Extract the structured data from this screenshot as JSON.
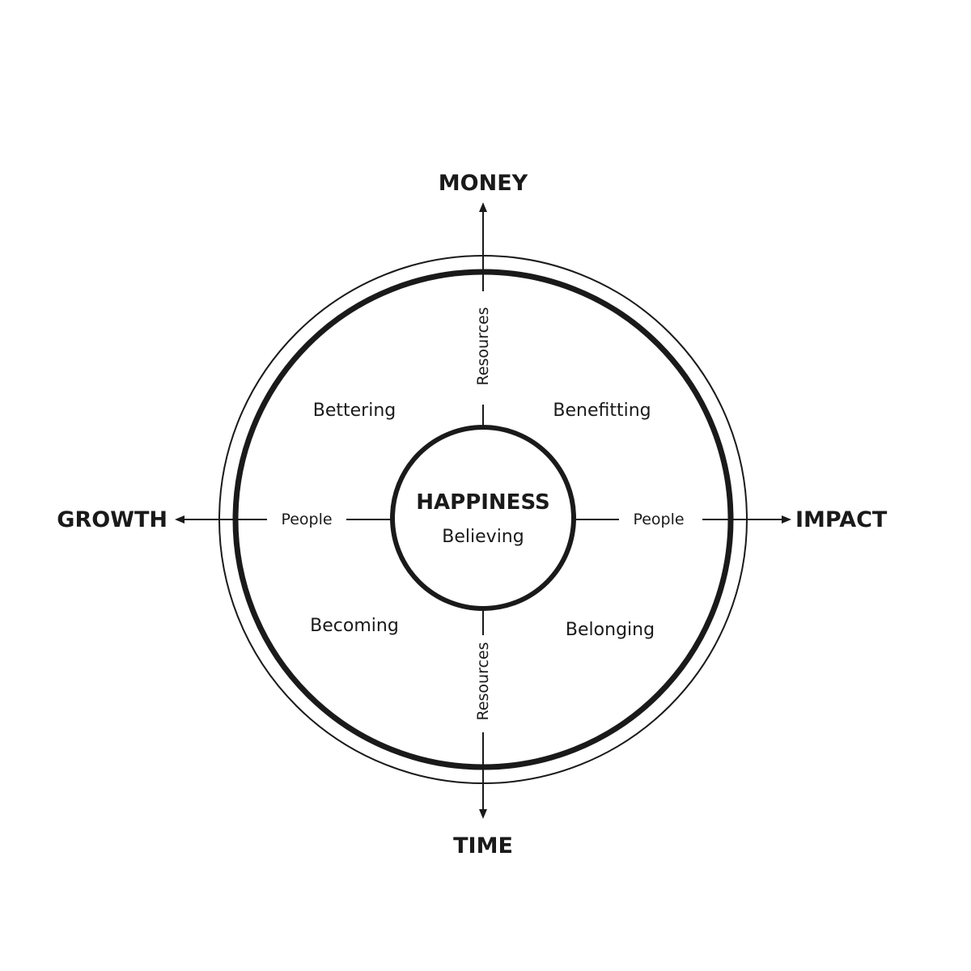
{
  "axes": {
    "top": "MONEY",
    "bottom": "TIME",
    "left": "GROWTH",
    "right": "IMPACT"
  },
  "quadrants": {
    "top_left": "Bettering",
    "top_right": "Benefitting",
    "bottom_left": "Becoming",
    "bottom_right": "Belonging"
  },
  "spokes": {
    "top": "Resources",
    "bottom": "Resources",
    "left": "People",
    "right": "People"
  },
  "center": {
    "title": "HAPPINESS",
    "subtitle": "Believing"
  },
  "colors": {
    "stroke": "#1a1a1a",
    "background": "#ffffff"
  }
}
